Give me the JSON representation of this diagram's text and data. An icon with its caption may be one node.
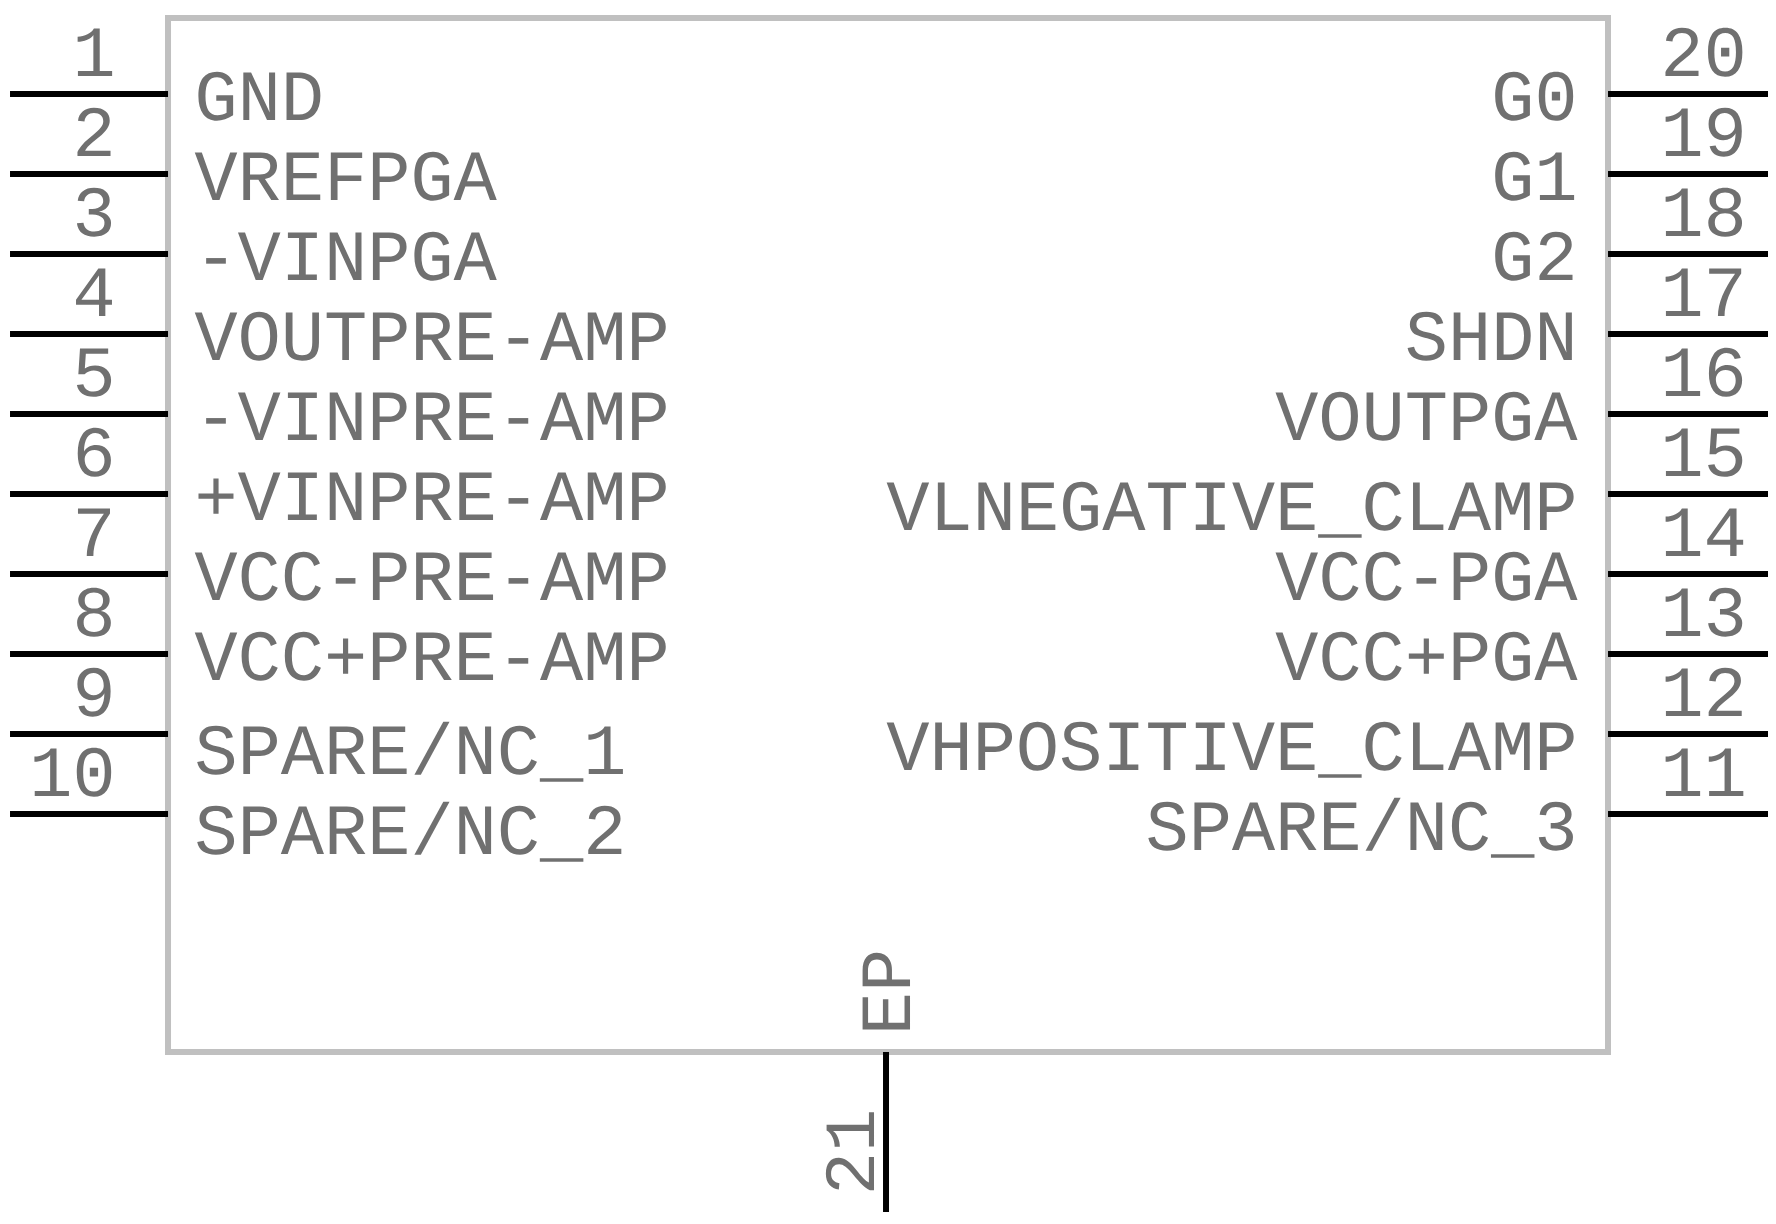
{
  "diagram": {
    "labels": [
      "1",
      "GND",
      "2",
      "VREFPGA",
      "3",
      "-VINPGA",
      "4",
      "VOUTPRE-AMP",
      "5",
      "-VINPRE-AMP",
      "6",
      "+VINPRE-AMP",
      "7",
      "VCC-PRE-AMP",
      "8",
      "VCC+PRE-AMP",
      "9",
      "SPARE/NC_1",
      "10",
      "SPARE/NC_2",
      "20",
      "G0",
      "19",
      "G1",
      "18",
      "G2",
      "17",
      "SHDN",
      "16",
      "VOUTPGA",
      "15",
      "VLNEGATIVE_CLAMP",
      "14",
      "VCC-PGA",
      "13",
      "VCC+PGA",
      "12",
      "VHPOSITIVE_CLAMP",
      "11",
      "SPARE/NC_3",
      "EP",
      "21"
    ]
  }
}
